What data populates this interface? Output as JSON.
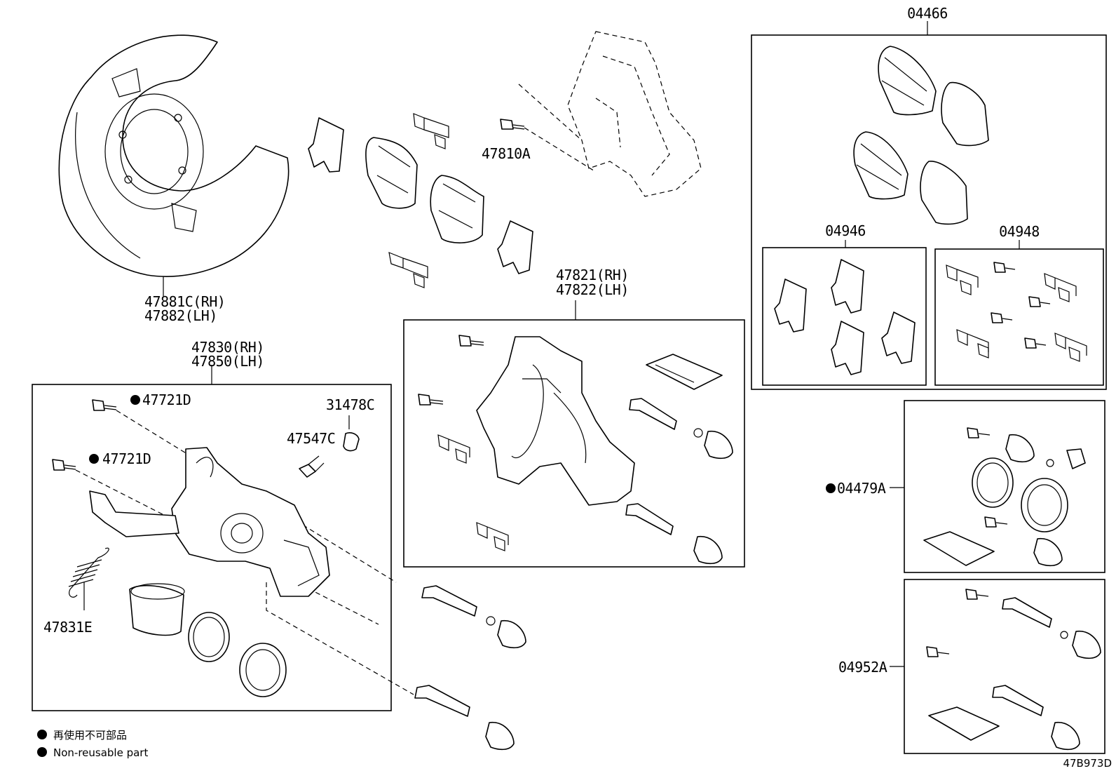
{
  "labels": {
    "p04466": "04466",
    "p04946": "04946",
    "p04948": "04948",
    "p47881c": "47881C(RH)",
    "p47882": "47882(LH)",
    "p47810a": "47810A",
    "p47821": "47821(RH)",
    "p47822": "47822(LH)",
    "p47830": "47830(RH)",
    "p47850": "47850(LH)",
    "p47721d_1": "47721D",
    "p47721d_2": "47721D",
    "p31478c": "31478C",
    "p47547c": "47547C",
    "p47831e": "47831E",
    "p04479a": "04479A",
    "p04952a": "04952A"
  },
  "legend": {
    "jp": "再使用不可部品",
    "en": "Non-reusable part"
  },
  "diagram_code": "47B973D"
}
